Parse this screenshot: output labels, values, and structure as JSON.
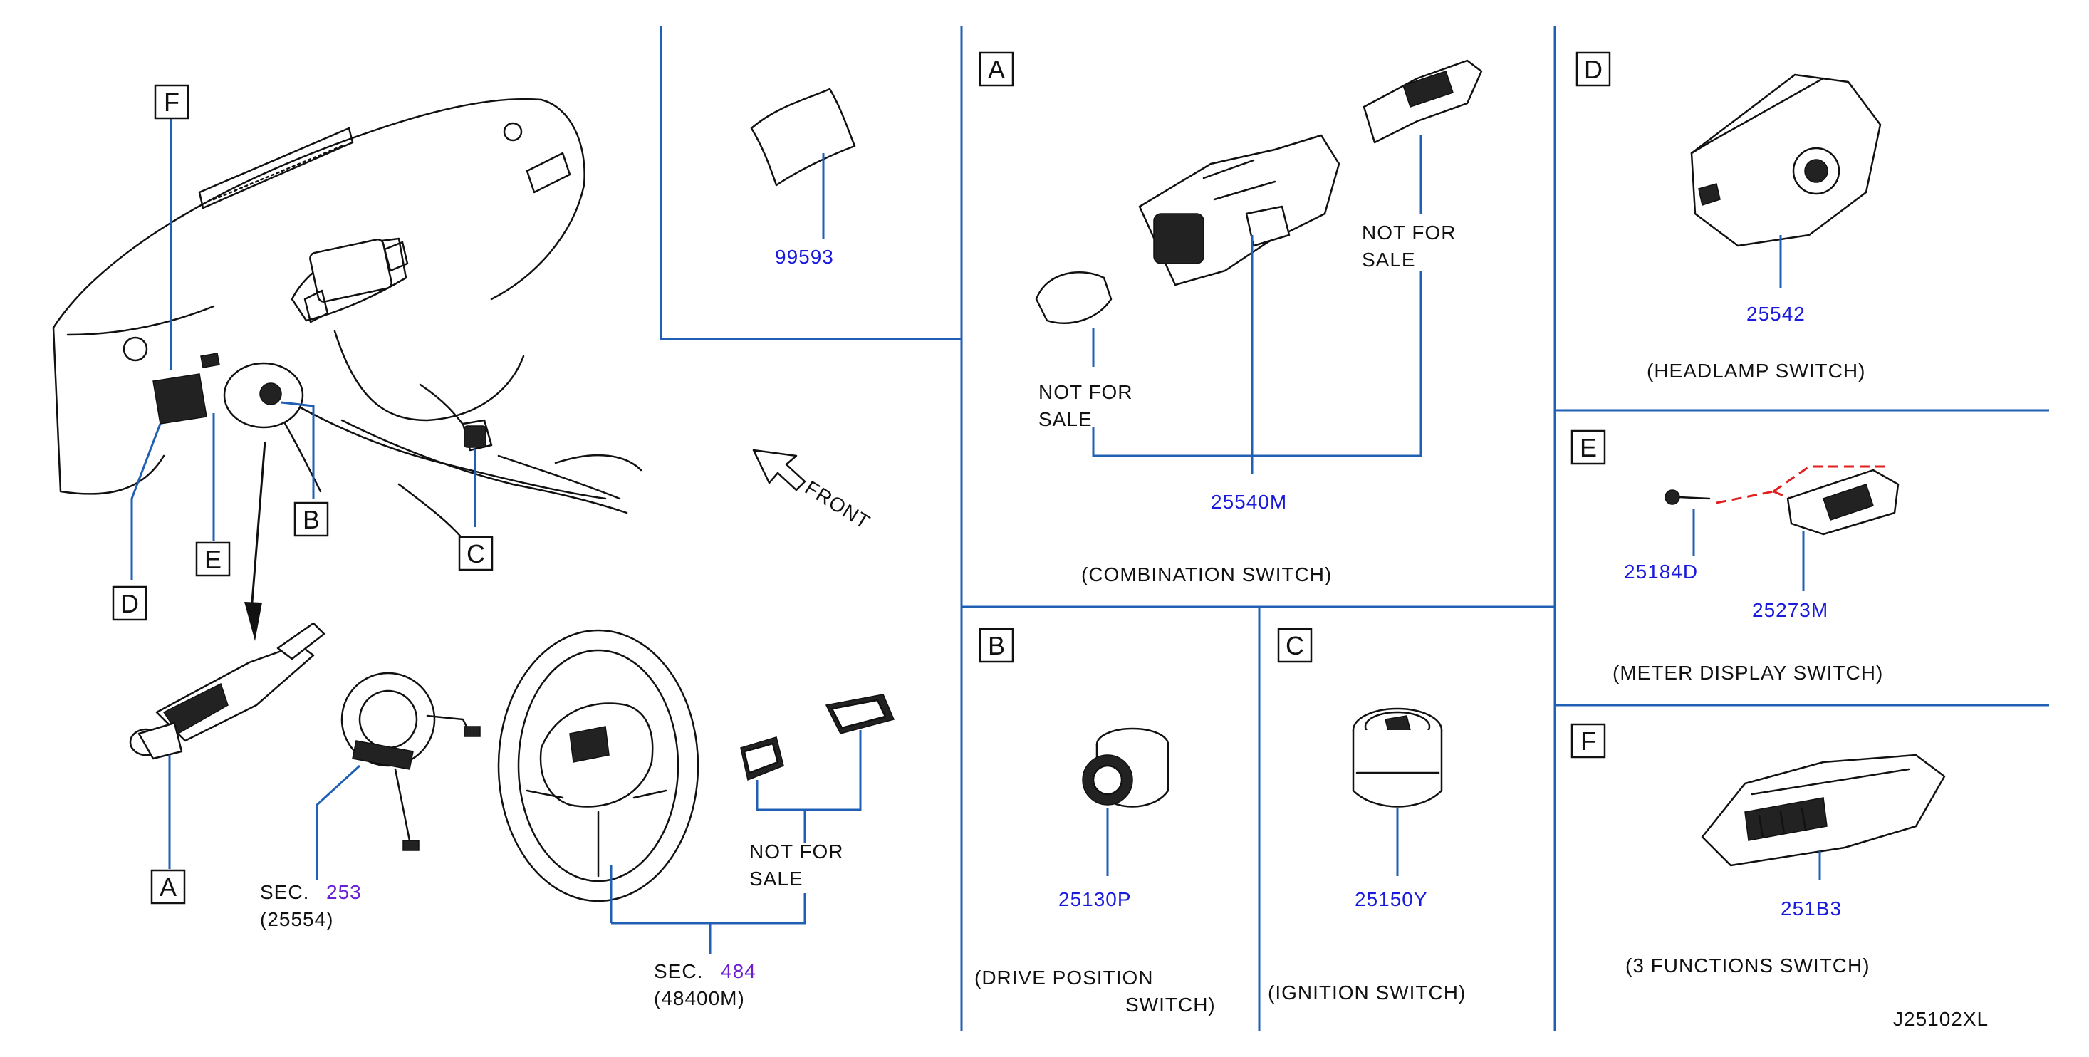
{
  "diagram_code": "J25102XL",
  "front_label": "FRONT",
  "not_for_sale": {
    "line1": "NOT   FOR",
    "line2": "SALE"
  },
  "overview": {
    "callouts": [
      "F",
      "E",
      "D",
      "B",
      "C",
      "A"
    ]
  },
  "column_parts": {
    "sec_a": {
      "prefix": "SEC.",
      "number": "253",
      "code": "(25554)"
    },
    "sec_b": {
      "prefix": "SEC.",
      "number": "484",
      "code": "(48400M)"
    }
  },
  "standalone_part": "99593",
  "panels": {
    "A": {
      "letter": "A",
      "part": "25540M",
      "caption": "(COMBINATION   SWITCH)"
    },
    "B": {
      "letter": "B",
      "part": "25130P",
      "caption_line1": "(DRIVE   POSITION",
      "caption_line2": "SWITCH)"
    },
    "C": {
      "letter": "C",
      "part": "25150Y",
      "caption": "(IGNITION   SWITCH)"
    },
    "D": {
      "letter": "D",
      "part": "25542",
      "caption": "(HEADLAMP   SWITCH)"
    },
    "E": {
      "letter": "E",
      "part_screw": "25184D",
      "part_switch": "25273M",
      "caption": "(METER   DISPLAY   SWITCH)"
    },
    "F": {
      "letter": "F",
      "part": "251B3",
      "caption": "(3   FUNCTIONS   SWITCH)"
    }
  },
  "colors": {
    "leader": "#1f5fb4",
    "part_number": "#1a1adc",
    "section_number": "#6a1fd0",
    "dashed": "#e02020"
  }
}
